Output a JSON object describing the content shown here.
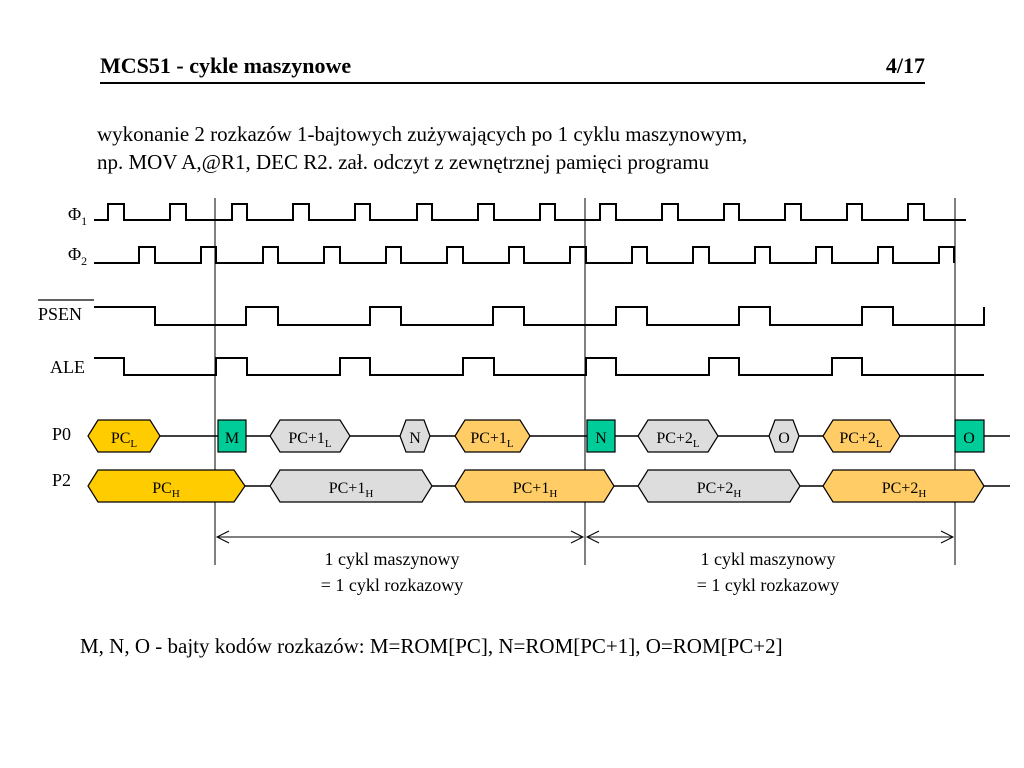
{
  "header": {
    "title": "MCS51 - cykle maszynowe",
    "page_number": "4/17"
  },
  "description": {
    "line1": "wykonanie 2 rozkazów 1-bajtowych zużywających po 1 cyklu maszynowym,",
    "line2": "np. MOV A,@R1, DEC R2. zał. odczyt z zewnętrznej pamięci programu"
  },
  "signals": {
    "phi": "Φ",
    "phi1_sub": "1",
    "phi2_sub": "2",
    "psen": "PSEN",
    "ale": "ALE",
    "p0": "P0",
    "p2": "P2"
  },
  "colors": {
    "gold": "#FFCC00",
    "light_orange": "#FFCC66",
    "gray": "#DDDDDD",
    "green": "#00CC99"
  },
  "p0_cells": [
    {
      "main": "PC",
      "sub": "L",
      "fill": "gold"
    },
    {
      "main": "M",
      "sub": "",
      "fill": "green"
    },
    {
      "main": "PC+1",
      "sub": "L",
      "fill": "gray"
    },
    {
      "main": "N",
      "sub": "",
      "fill": "gray"
    },
    {
      "main": "PC+1",
      "sub": "L",
      "fill": "light_orange"
    },
    {
      "main": "N",
      "sub": "",
      "fill": "green"
    },
    {
      "main": "PC+2",
      "sub": "L",
      "fill": "gray"
    },
    {
      "main": "O",
      "sub": "",
      "fill": "gray"
    },
    {
      "main": "PC+2",
      "sub": "L",
      "fill": "light_orange"
    },
    {
      "main": "O",
      "sub": "",
      "fill": "green"
    }
  ],
  "p2_cells": [
    {
      "main": "PC",
      "sub": "H",
      "fill": "gold"
    },
    {
      "main": "PC+1",
      "sub": "H",
      "fill": "gray"
    },
    {
      "main": "PC+1",
      "sub": "H",
      "fill": "light_orange"
    },
    {
      "main": "PC+2",
      "sub": "H",
      "fill": "gray"
    },
    {
      "main": "PC+2",
      "sub": "H",
      "fill": "light_orange"
    }
  ],
  "cycles": [
    {
      "line1": "1 cykl maszynowy",
      "line2": "= 1 cykl rozkazowy"
    },
    {
      "line1": "1 cykl maszynowy",
      "line2": "= 1 cykl rozkazowy"
    }
  ],
  "footer": "M, N, O - bajty kodów rozkazów: M=ROM[PC], N=ROM[PC+1], O=ROM[PC+2]"
}
